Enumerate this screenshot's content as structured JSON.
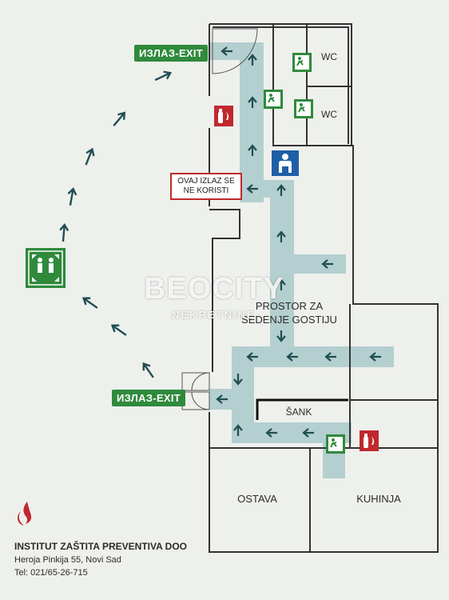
{
  "exits": [
    {
      "label": "ИЗЛАЗ-EXIT"
    },
    {
      "label": "ИЗЛАЗ-EXIT"
    }
  ],
  "notice": {
    "line1": "OVAJ IZLAZ SE",
    "line2": "NE KORISTI"
  },
  "rooms": {
    "wc1": "WC",
    "wc2": "WC",
    "seating_line1": "PROSTOR ZA",
    "seating_line2": "SEDENJE GOSTIJU",
    "bar": "ŠANK",
    "storage": "OSTAVA",
    "kitchen": "KUHINJA"
  },
  "company": {
    "name": "INSTITUT ZAŠTITA PREVENTIVA DOO",
    "address": "Heroja Pinkija 55, Novi Sad",
    "phone": "Tel: 021/65-26-715"
  },
  "watermark": {
    "brand": "BEOCITY",
    "sub": "NEKRETNINE"
  },
  "colors": {
    "route": "#b4cfcf",
    "arrow": "#1f4e52",
    "exit_green": "#2f8a3c",
    "fire_red": "#c0282e",
    "wall": "#333333"
  },
  "icons": [
    "assembly-point-icon",
    "running-man-icon",
    "fire-extinguisher-icon",
    "person-icon",
    "company-logo-icon"
  ]
}
